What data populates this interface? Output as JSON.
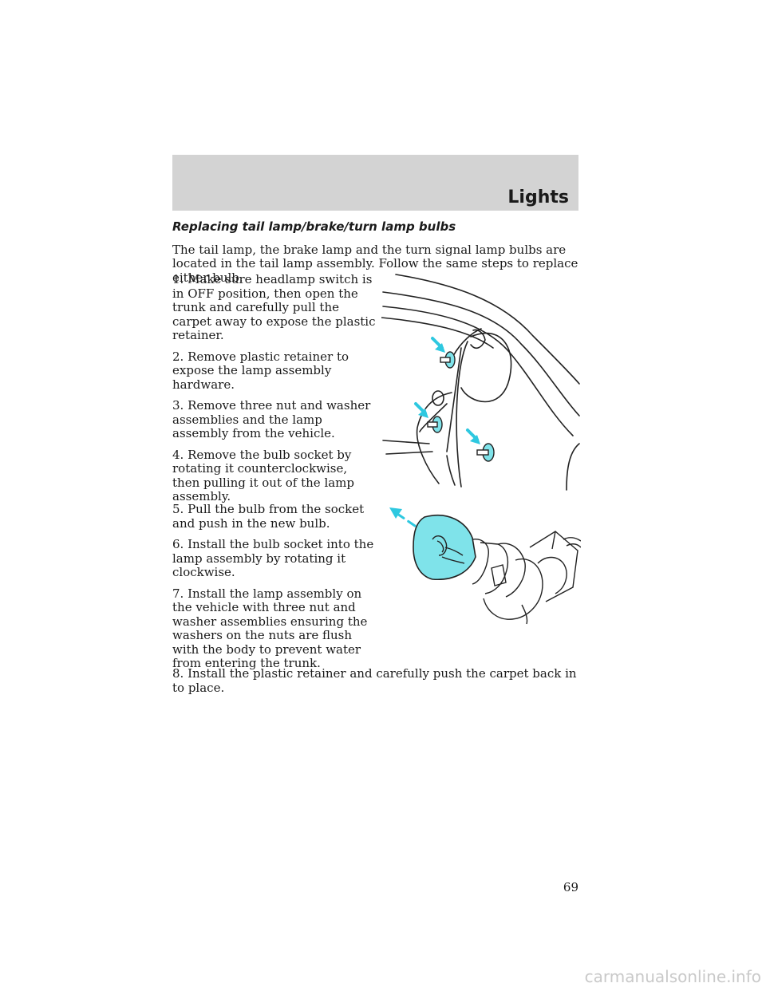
{
  "header": {
    "section_title": "Lights"
  },
  "article": {
    "subheading": "Replacing tail lamp/brake/turn lamp bulbs",
    "intro": "The tail lamp, the brake lamp and the turn signal lamp bulbs are located in the tail lamp assembly. Follow the same steps to replace either bulb.",
    "steps_group_1": [
      "1. Make sure headlamp switch is in OFF position, then open the trunk and carefully pull the carpet away to expose the plastic retainer.",
      "2. Remove plastic retainer to expose the lamp assembly hardware.",
      "3. Remove three nut and washer assemblies and the lamp assembly from the vehicle.",
      "4. Remove the bulb socket by rotating it counterclockwise, then pulling it out of the lamp assembly."
    ],
    "steps_group_2": [
      "5. Pull the bulb from the socket and push in the new bulb.",
      "6. Install the bulb socket into the lamp assembly by rotating it clockwise.",
      "7. Install the lamp assembly on the vehicle with three nut and washer assemblies ensuring the washers on the nuts are flush with the body to prevent water from entering the trunk."
    ],
    "final_step": "8. Install the plastic retainer and carefully push the carpet back in to place."
  },
  "footer": {
    "page_number": "69"
  },
  "watermark": "carmanualsonline.info",
  "colors": {
    "highlight_cyan": "#7fe3ea",
    "arrow_cyan": "#2ec8e0",
    "header_gray": "#d3d3d3"
  }
}
